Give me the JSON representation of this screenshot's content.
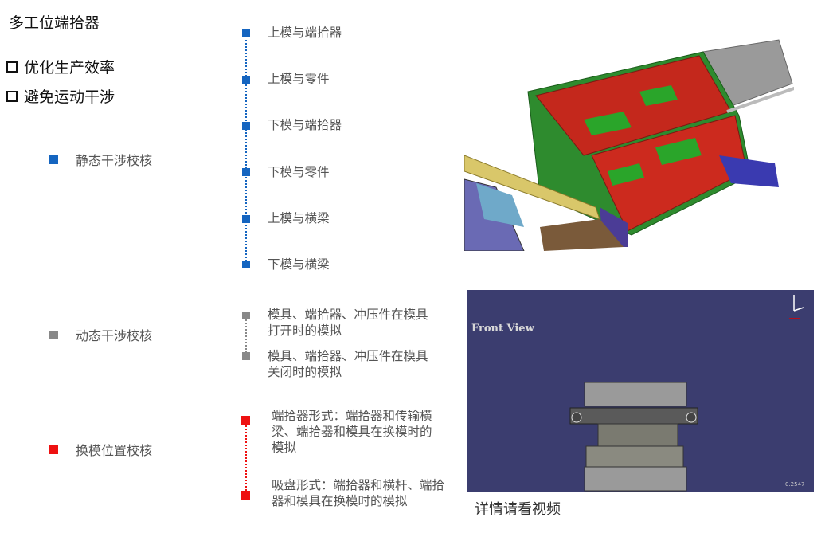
{
  "title": "多工位端拾器",
  "bullets": [
    "优化生产效率",
    "避免运动干涉"
  ],
  "categories": [
    {
      "label": "静态干涉校核",
      "color": "#1565c0"
    },
    {
      "label": "动态干涉校核",
      "color": "#888888"
    },
    {
      "label": "换模位置校核",
      "color": "#ee1111"
    }
  ],
  "static_items": [
    "上模与端拾器",
    "上模与零件",
    "下模与端拾器",
    "下模与零件",
    "上模与横梁",
    "下模与横梁"
  ],
  "dynamic_items": [
    "模具、端拾器、冲压件在模具打开时的模拟",
    "模具、端拾器、冲压件在模具关闭时的模拟"
  ],
  "change_items": [
    "端拾器形式：端拾器和传输横梁、端拾器和模具在换模时的模拟",
    "吸盘形式：端拾器和横杆、端拾器和模具在换模时的模拟"
  ],
  "video": {
    "view_label": "Front View",
    "corner_text": "0.2547"
  },
  "caption": "详情请看视频"
}
